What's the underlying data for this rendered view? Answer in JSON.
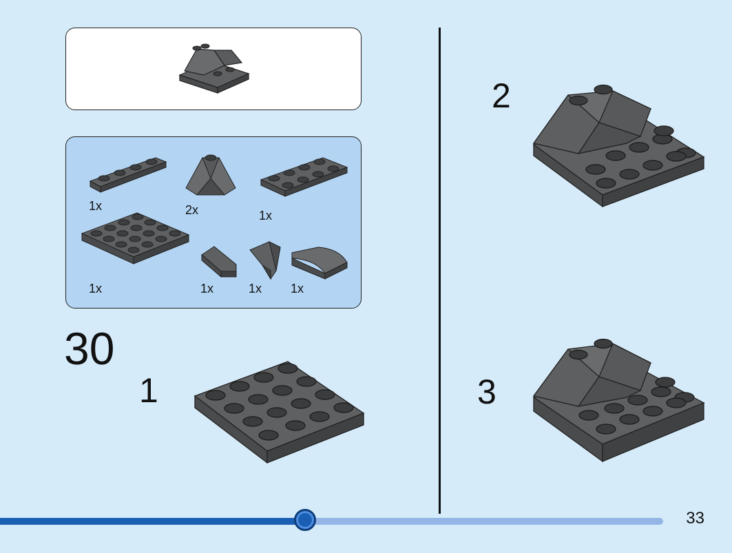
{
  "page": {
    "step_number": "30",
    "page_number": "33",
    "progress_fraction": 0.46
  },
  "colors": {
    "background": "#d6ebf9",
    "parts_box": "#b3d5f3",
    "brick": "#595a5c",
    "brick_dark": "#3a3b3d",
    "progress_done": "#1a5fb4",
    "progress_rest": "#93b6e6"
  },
  "parts": [
    {
      "name": "plate-1x4",
      "qty": "1x"
    },
    {
      "name": "wedge-slope",
      "qty": "2x"
    },
    {
      "name": "plate-2x4",
      "qty": "1x"
    },
    {
      "name": "plate-4x4",
      "qty": "1x"
    },
    {
      "name": "wedge-small-left",
      "qty": "1x"
    },
    {
      "name": "wedge-small-right",
      "qty": "1x"
    },
    {
      "name": "curved-slope",
      "qty": "1x"
    }
  ],
  "substeps": [
    {
      "label": "1"
    },
    {
      "label": "2"
    },
    {
      "label": "3"
    }
  ]
}
